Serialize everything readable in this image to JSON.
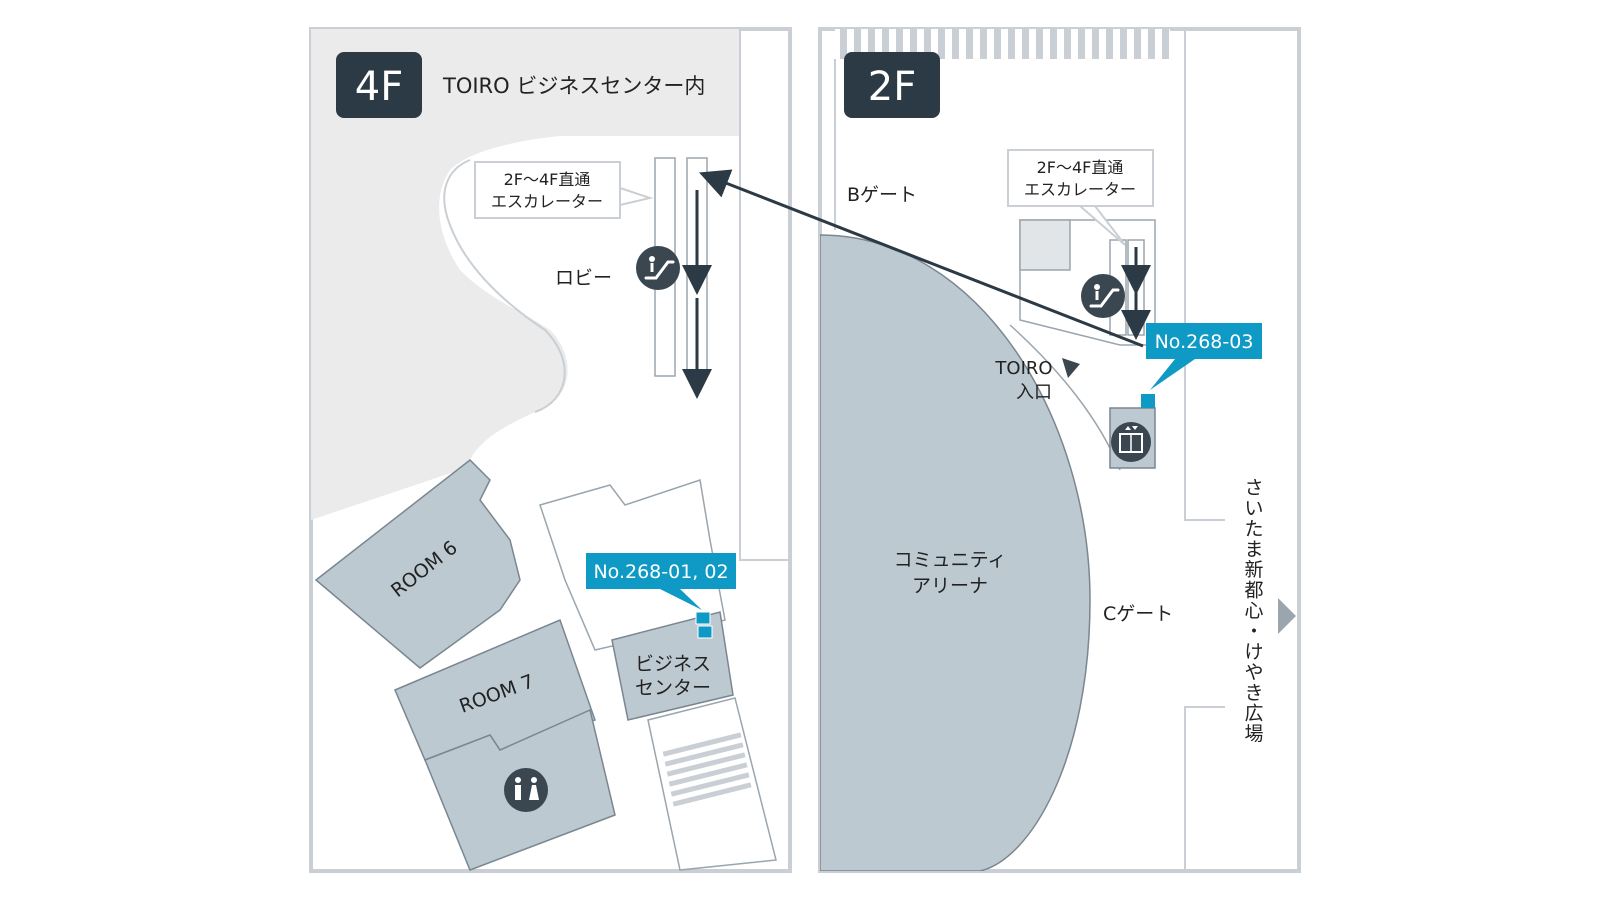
{
  "colors": {
    "frame": "#c9cfd4",
    "building": "#bdc9d1",
    "hatch_area": "#ebebeb",
    "badge": "#2b3a44",
    "accent": "#0e9ac5",
    "route": "#2b3a44",
    "icon_bg": "#3a4650"
  },
  "floor_4f": {
    "badge": "4F",
    "title": "TOIRO ビジネスセンター内",
    "escalator_note_line1": "2F〜4F直通",
    "escalator_note_line2": "エスカレーター",
    "lobby": "ロビー",
    "room6": "ROOM 6",
    "room7": "ROOM 7",
    "business_center_line1": "ビジネス",
    "business_center_line2": "センター",
    "tag": "No.268-01, 02",
    "icons": [
      "escalator-icon",
      "restroom-icon"
    ]
  },
  "floor_2f": {
    "badge": "2F",
    "escalator_note_line1": "2F〜4F直通",
    "escalator_note_line2": "エスカレーター",
    "b_gate": "Bゲート",
    "c_gate": "Cゲート",
    "toiro_entrance_line1": "TOIRO",
    "toiro_entrance_line2": "入口",
    "arena_line1": "コミュニティ",
    "arena_line2": "アリーナ",
    "tag": "No.268-03",
    "direction_label": [
      "さ",
      "い",
      "た",
      "ま",
      "新",
      "都",
      "心",
      "・",
      "け",
      "や",
      "き",
      "広",
      "場"
    ],
    "icons": [
      "escalator-icon",
      "elevator-icon"
    ]
  }
}
